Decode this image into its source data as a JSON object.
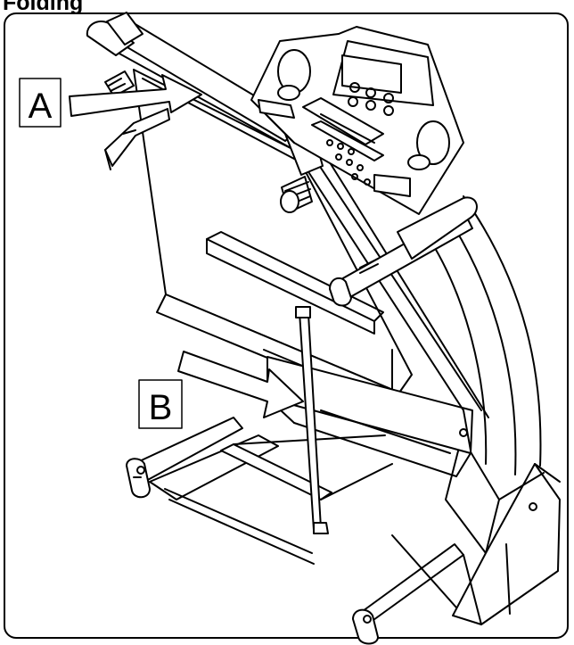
{
  "heading": "Folding",
  "callouts": {
    "a": "A",
    "b": "B"
  },
  "colors": {
    "ink": "#000000",
    "paper": "#ffffff",
    "arrow_fill": "#ffffff"
  }
}
